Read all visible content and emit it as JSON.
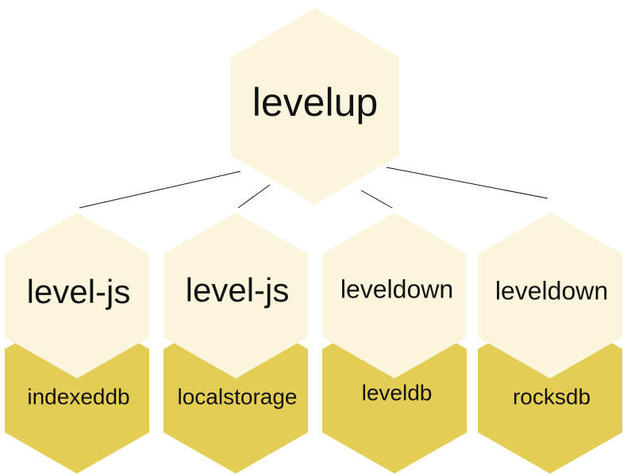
{
  "root": {
    "label": "levelup",
    "color": "#fbf5dd"
  },
  "columns": [
    {
      "top_label": "level-js",
      "bottom_label": "indexeddb"
    },
    {
      "top_label": "level-js",
      "bottom_label": "localstorage"
    },
    {
      "top_label": "leveldown",
      "bottom_label": "leveldb"
    },
    {
      "top_label": "leveldown",
      "bottom_label": "rocksdb"
    }
  ],
  "colors": {
    "light_hex": "#fbf5dd",
    "dark_hex": "#e3cd55",
    "edge": "#111111"
  }
}
